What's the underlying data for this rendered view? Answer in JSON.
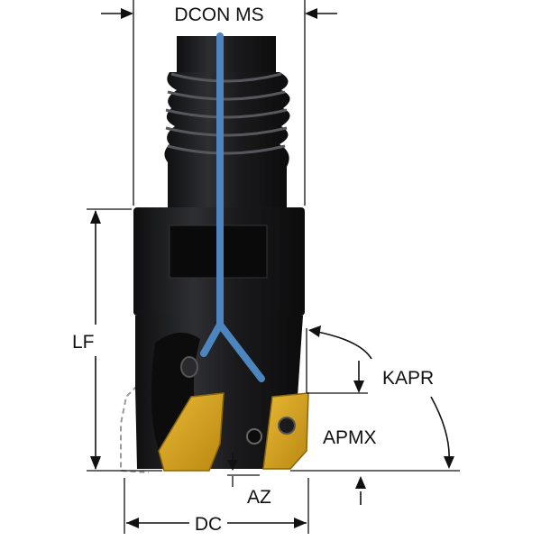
{
  "diagram": {
    "labels": {
      "dcon_ms": "DCON MS",
      "lf": "LF",
      "kapr": "KAPR",
      "apmx": "APMX",
      "az": "AZ",
      "dc": "DC"
    },
    "colors": {
      "body": "#1b1b1d",
      "body_highlight": "#3a3b3f",
      "coolant": "#4d86bf",
      "insert": "#d6a21f",
      "insert_dark": "#8a6410",
      "outline_dashed": "#9a9a9a"
    }
  }
}
